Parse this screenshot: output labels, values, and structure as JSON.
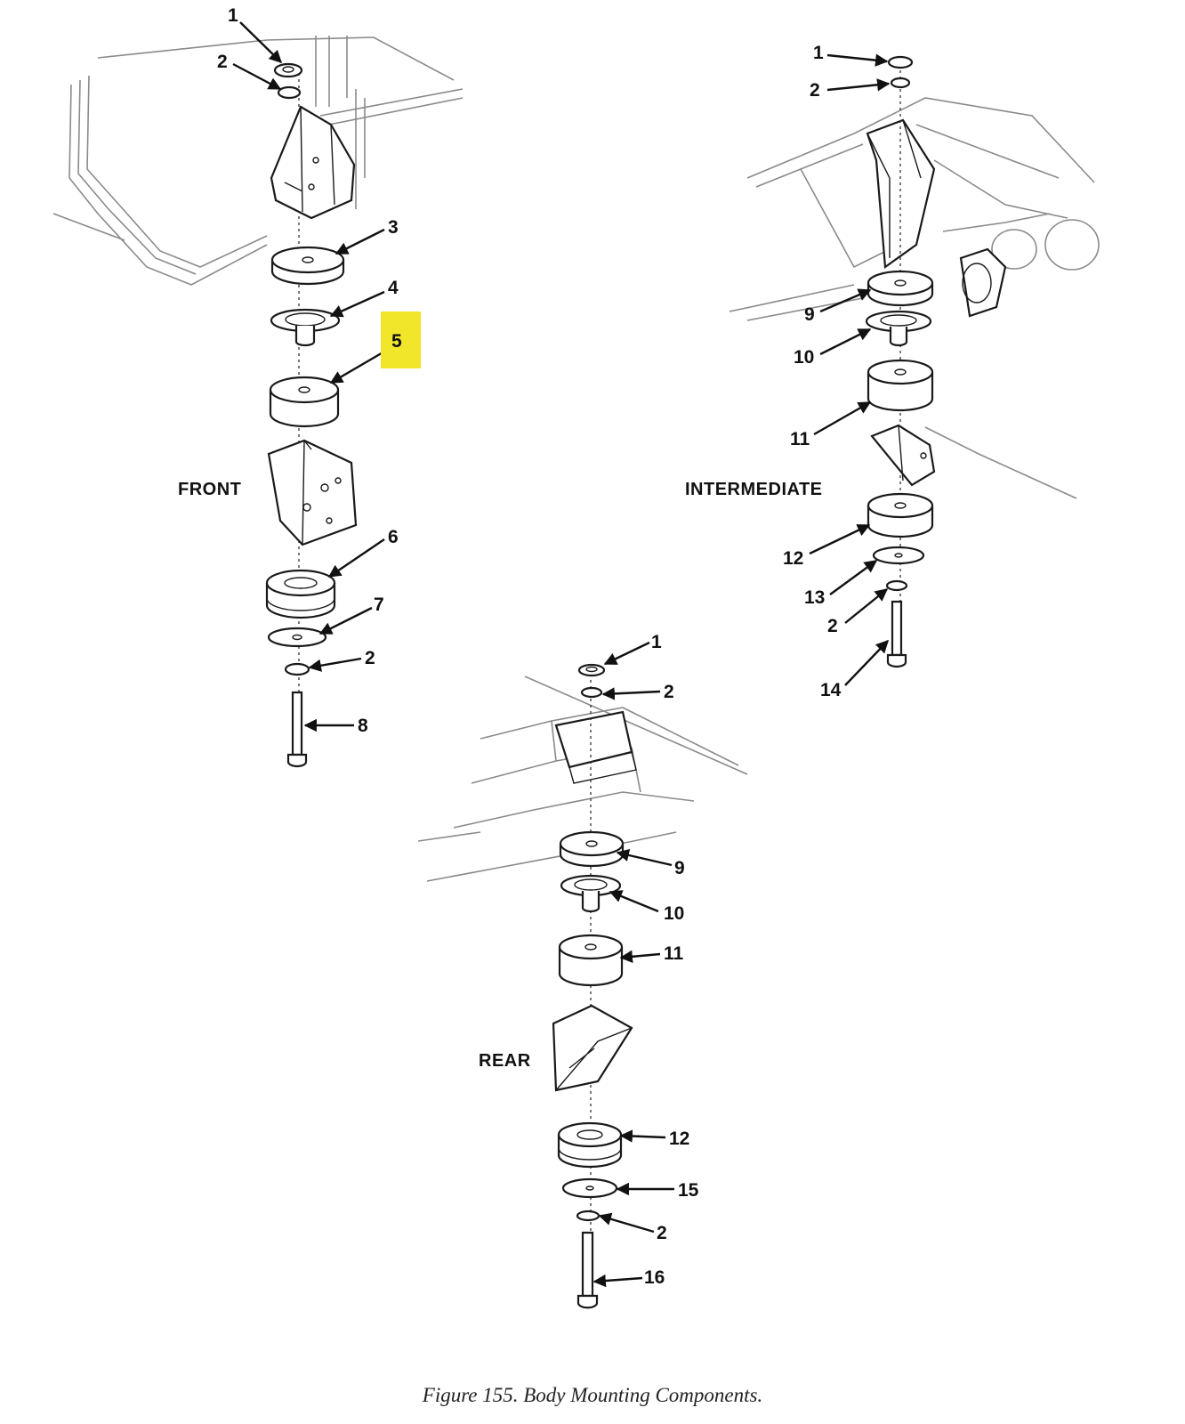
{
  "colors": {
    "highlight": "#f2e62a",
    "ink": "#111111",
    "background": "#ffffff"
  },
  "sections": {
    "front": "FRONT",
    "intermediate": "INTERMEDIATE",
    "rear": "REAR"
  },
  "callouts": {
    "front": [
      "1",
      "2",
      "3",
      "4",
      "5",
      "6",
      "7",
      "2",
      "8"
    ],
    "intermediate": [
      "1",
      "2",
      "9",
      "10",
      "11",
      "12",
      "13",
      "2",
      "14"
    ],
    "rear": [
      "1",
      "2",
      "9",
      "10",
      "11",
      "12",
      "15",
      "2",
      "16"
    ]
  },
  "highlighted_callout": "5",
  "caption": "Figure 155.  Body Mounting Components."
}
